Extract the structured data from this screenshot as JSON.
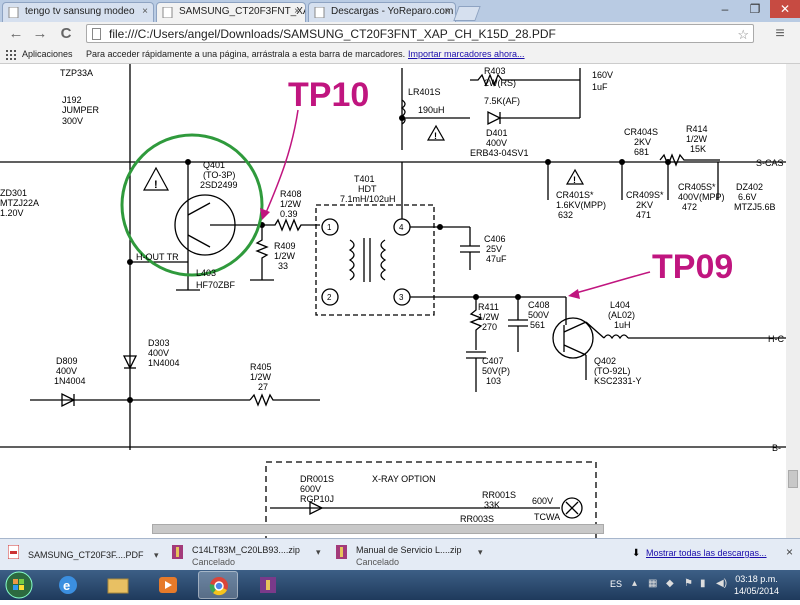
{
  "tabs": [
    {
      "title": "tengo tv sansung modeo"
    },
    {
      "title": "SAMSUNG_CT20F3FNT_XA"
    },
    {
      "title": "Descargas - YoReparo.com"
    }
  ],
  "tab_close_glyph": "×",
  "window_controls": {
    "minimize": "‒",
    "restore": "❐",
    "close": "✕"
  },
  "toolbar": {
    "url": "file:///C:/Users/angel/Downloads/SAMSUNG_CT20F3FNT_XAP_CH_K15D_28.PDF",
    "back_glyph": "←",
    "forward_glyph": "→",
    "reload_glyph": "C",
    "star_glyph": "☆",
    "menu_glyph": "≡"
  },
  "bookmarks": {
    "apps_label": "Aplicaciones",
    "hint": "Para acceder rápidamente a una página, arrástrala a esta barra de marcadores.",
    "import_link": "Importar marcadores ahora..."
  },
  "schematic": {
    "callouts": {
      "tp10": "TP10",
      "tp09": "TP09"
    },
    "labels": {
      "tzp33a": "TZP33A",
      "j192": "J192",
      "jumper": "JUMPER",
      "v300": "300V",
      "z301": "ZD301",
      "mtzj": "MTZJ22A",
      "v20": "1.20V",
      "q401": "Q401",
      "to3p": "(TO-3P)",
      "q401_part": "2SD2499",
      "hout": "H-OUT TR",
      "l403": "L403",
      "hf70": "HF70ZBF",
      "r408": "R408",
      "r408_w": "1/2W",
      "r408_v": "0.39",
      "r409": "R409",
      "r409_w": "1/2W",
      "r409_v": "33",
      "t401": "T401",
      "hdt": "HDT",
      "t401_spec": "7.1mH/102uH",
      "lr401s": "LR401S",
      "uh190": "190uH",
      "r403": "R403",
      "r403_w": "2W(RS)",
      "r403_v": "7.5K(AF)",
      "d401": "D401",
      "d401_v": "400V",
      "erb": "ERB43-04SV1",
      "c_top_v": "160V",
      "c_top_uf": "1uF",
      "cr404s": "CR404S",
      "cr404s_v": "2KV",
      "cr404s_c": "681",
      "r414": "R414",
      "r414_w": "1/2W",
      "r414_v": "15K",
      "cas": "S-CAS",
      "cr401s": "CR401S*",
      "cr401s_v": "1.6KV(MPP)",
      "cr401s_c": "632",
      "cr409s": "CR409S*",
      "cr409s_v": "2KV",
      "cr409s_c": "471",
      "cr405s": "CR405S*",
      "cr405s_v": "400V(MPP)",
      "cr405s_c": "472",
      "dz402": "DZ402",
      "dz402_v": "6.6V",
      "mtzj5": "MTZJ5.6B",
      "c406": "C406",
      "c406_v": "25V",
      "c406_c": "47uF",
      "r411": "R411",
      "r411_w": "1/2W",
      "r411_v": "270",
      "c408": "C408",
      "c408_v": "500V",
      "c408_c": "561",
      "c407": "C407",
      "c407_v": "50V(P)",
      "c407_c": "103",
      "l404": "L404",
      "al02": "(AL02)",
      "l404_v": "1uH",
      "q402": "Q402",
      "to92": "(TO-92L)",
      "ksc": "KSC2331-Y",
      "hc": "H-C",
      "b": "B-",
      "d303": "D303",
      "d303_v": "400V",
      "d303_p": "1N4004",
      "d809": "D809",
      "d809_v": "400V",
      "d809_p": "1N4004",
      "r405": "R405",
      "r405_w": "1/2W",
      "r405_v": "27",
      "dr001s": "DR001S",
      "dr001s_v": "600V",
      "rgp": "RGP10J",
      "xray": "X-RAY OPTION",
      "rr001s": "RR001S",
      "rr001s_v": "33K",
      "rr003s": "RR003S",
      "v600": "600V",
      "tcwa": "TCWA",
      "pin1": "1",
      "pin2": "2",
      "pin3": "3",
      "pin4": "4",
      "warn": "!"
    }
  },
  "downloads": {
    "items": [
      {
        "name": "SAMSUNG_CT20F3F....PDF",
        "status": ""
      },
      {
        "name": "C14LT83M_C20LB93....zip",
        "status": "Cancelado"
      },
      {
        "name": "Manual de Servicio L....zip",
        "status": "Cancelado"
      }
    ],
    "show_all": "Mostrar todas las descargas...",
    "close_glyph": "×"
  },
  "taskbar": {
    "lang": "ES",
    "time": "03:18 p.m.",
    "date": "14/05/2014"
  },
  "colors": {
    "callout": "#c0157f",
    "circle": "#2f9a3c",
    "tabbar": "#b9cbe3"
  }
}
